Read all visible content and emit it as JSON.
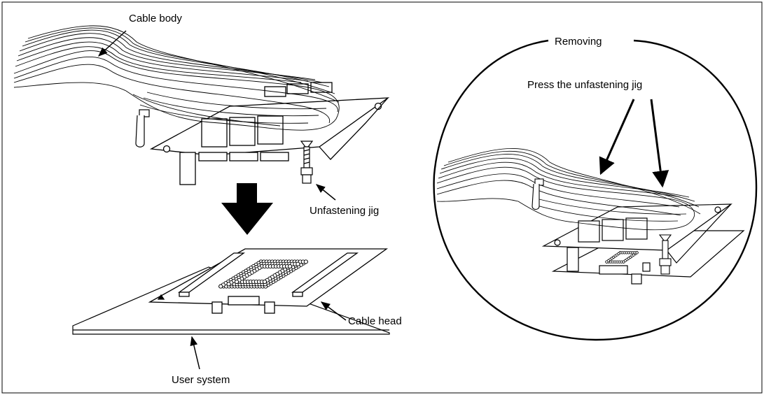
{
  "labels": {
    "cable_body": "Cable body",
    "unfastening_jig": "Unfastening jig",
    "cable_head": "Cable head",
    "user_system": "User system",
    "removing": "Removing",
    "press_jig": "Press the unfastening jig"
  }
}
